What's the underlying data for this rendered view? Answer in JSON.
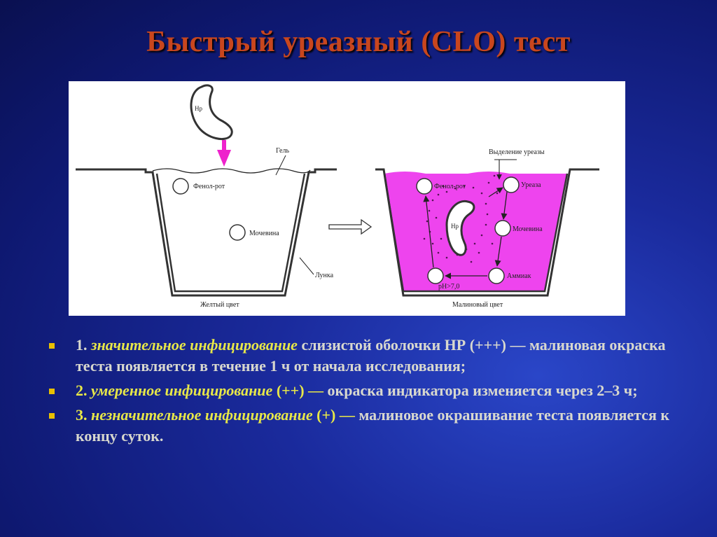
{
  "title": "Быстрый уреазный (CLO) тест",
  "figure": {
    "left": {
      "hp": "Hp",
      "gel": "Гель",
      "phenol": "Фенол-рот",
      "urea": "Мочевина",
      "well": "Лунка",
      "caption": "Желтый цвет"
    },
    "right": {
      "release": "Выделение уреазы",
      "phenol": "Фенол-рот",
      "urease": "Уреаза",
      "hp": "Hp",
      "urea": "Мочевина",
      "ammonia": "Аммиак",
      "ph": "pH>7,0",
      "caption": "Малиновый цвет"
    },
    "colors": {
      "crimson": "#ee44ee",
      "hp_arrow": "#ee22cc"
    }
  },
  "bullets": [
    {
      "num": "1. ",
      "italic": "значительное инфицирование",
      "rest": " слизистой оболочки НР (+++) — малиновая окраска теста появляется в течение 1 ч от начала исследования;"
    },
    {
      "num": "2. ",
      "italic": "умеренное инфицирование",
      "rest_hl": " (++) — ",
      "rest": "окраска индикатора изменяется через 2–3 ч;"
    },
    {
      "num": "3. ",
      "italic": "незначительное инфицирование",
      "rest_hl": " (+) — ",
      "rest": "малиновое окрашивание теста появляется к концу суток."
    }
  ],
  "colors": {
    "title": "#c8461e",
    "bullet_marker": "#e8c000",
    "highlight": "#e8e848",
    "text": "#d8d8ce"
  }
}
